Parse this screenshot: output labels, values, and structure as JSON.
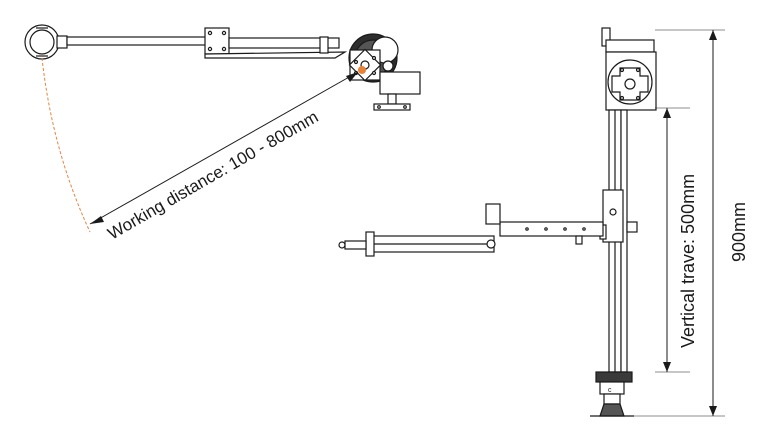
{
  "labels": {
    "working_distance": "Working distance: 100 - 800mm",
    "vertical_travel": "Vertical trave: 500mm",
    "total_height": "900mm"
  },
  "colors": {
    "accent": "#e8823a",
    "line": "#1a1a1a",
    "part_fill": "#ffffff",
    "metal_dark": "#3a3a3a"
  }
}
